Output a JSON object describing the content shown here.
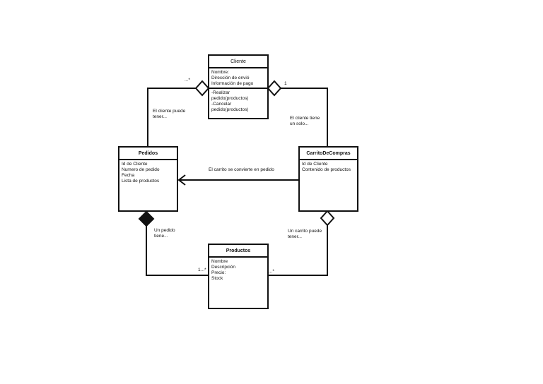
{
  "classes": {
    "cliente": {
      "name": "Cliente",
      "attributes": [
        "Nombre:",
        "Dirección de envió",
        "Información de pago"
      ],
      "methods": [
        "-Realizar",
        "pedido(productos)",
        "-Cancelar",
        "pedido(productos)"
      ]
    },
    "pedidos": {
      "name": "Pedidos",
      "attributes": [
        "Id de Cliente",
        "Numero de pedido",
        "Fecha",
        "Lista de productos"
      ]
    },
    "carrito": {
      "name": "CarritoDeCompras",
      "attributes": [
        "Id de Cliente",
        "Contenido de productos"
      ]
    },
    "productos": {
      "name": "Productos",
      "attributes": [
        "Nombre",
        "Descripción",
        "Precio:",
        "Stock"
      ]
    }
  },
  "relations": {
    "cliente_pedidos": {
      "label": [
        "El cliente puede",
        "tener..."
      ],
      "multiplicity": "...*"
    },
    "cliente_carrito": {
      "label": [
        "El cliente tiene",
        "un solo..."
      ],
      "multiplicity": "1"
    },
    "carrito_pedidos": {
      "label": [
        "El carrito se convierte en pedido"
      ]
    },
    "pedidos_productos": {
      "label": [
        "Un pedido",
        "tiene..."
      ],
      "multiplicity": "1...*"
    },
    "carrito_productos": {
      "label": [
        "Un carrito puede",
        "tener..."
      ],
      "multiplicity": "...*"
    }
  }
}
